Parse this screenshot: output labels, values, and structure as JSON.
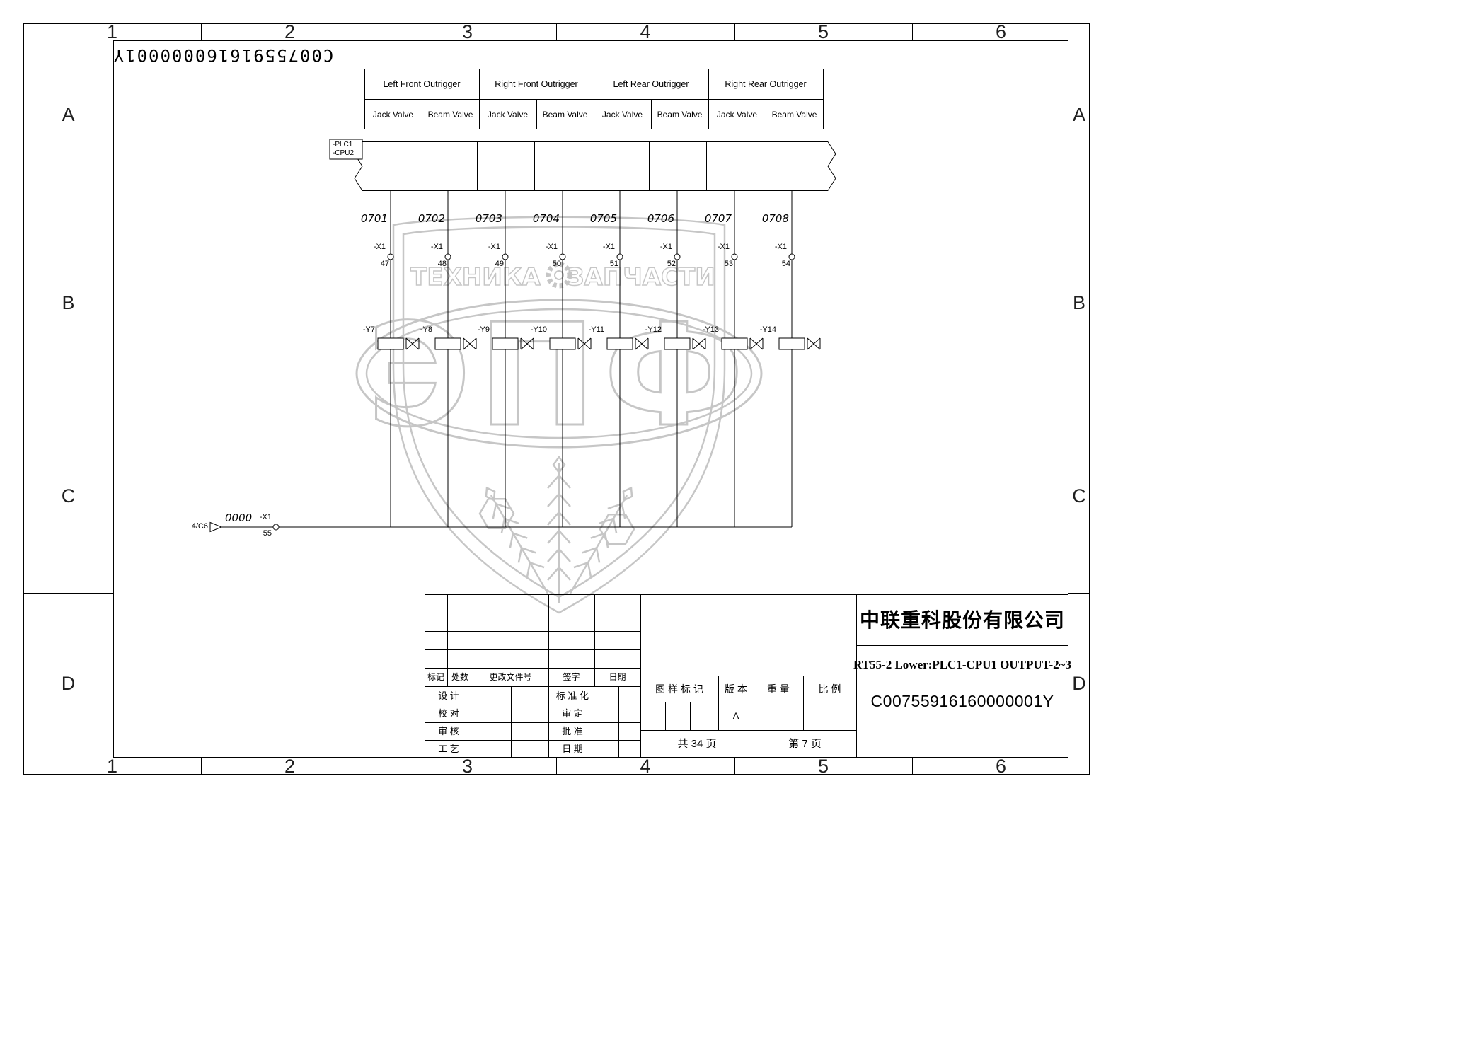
{
  "frame": {
    "columns": [
      "1",
      "2",
      "3",
      "4",
      "5",
      "6"
    ],
    "rows": [
      "A",
      "B",
      "C",
      "D"
    ],
    "top_left_code": "C00755916160000001Y"
  },
  "outrigger_table": {
    "groups": [
      {
        "label": "Left Front Outrigger",
        "cells": [
          "Jack Valve",
          "Beam Valve"
        ]
      },
      {
        "label": "Right Front Outrigger",
        "cells": [
          "Jack Valve",
          "Beam Valve"
        ]
      },
      {
        "label": "Left Rear Outrigger",
        "cells": [
          "Jack Valve",
          "Beam Valve"
        ]
      },
      {
        "label": "Right Rear Outrigger",
        "cells": [
          "Jack Valve",
          "Beam Valve"
        ]
      }
    ]
  },
  "plc": {
    "line1": "-PLC1",
    "line2": "-CPU2"
  },
  "channels": [
    {
      "wire": "0701",
      "terminal": "-X1",
      "pin": "47",
      "valve": "-Y7"
    },
    {
      "wire": "0702",
      "terminal": "-X1",
      "pin": "48",
      "valve": "-Y8"
    },
    {
      "wire": "0703",
      "terminal": "-X1",
      "pin": "49",
      "valve": "-Y9"
    },
    {
      "wire": "0704",
      "terminal": "-X1",
      "pin": "50",
      "valve": "-Y10"
    },
    {
      "wire": "0705",
      "terminal": "-X1",
      "pin": "51",
      "valve": "-Y11"
    },
    {
      "wire": "0706",
      "terminal": "-X1",
      "pin": "52",
      "valve": "-Y12"
    },
    {
      "wire": "0707",
      "terminal": "-X1",
      "pin": "53",
      "valve": "-Y13"
    },
    {
      "wire": "0708",
      "terminal": "-X1",
      "pin": "54",
      "valve": "-Y14"
    }
  ],
  "common_line": {
    "ref": "4/C6",
    "wire": "0000",
    "terminal": "-X1",
    "pin": "55"
  },
  "watermark": {
    "word_left": "ТЕХНИКА",
    "word_right": "ЗАПЧАСТИ",
    "main": "ЭПФ"
  },
  "title_block": {
    "company": "中联重科股份有限公司",
    "drawing_title": "RT55-2 Lower:PLC1-CPU1 OUTPUT-2~3",
    "drawing_number": "C00755916160000001Y",
    "revision_header": [
      "标记",
      "处数",
      "更改文件号",
      "签字",
      "日期"
    ],
    "sign_rows": [
      {
        "left": "设 计",
        "right": "标 准 化"
      },
      {
        "left": "校 对",
        "right": "审 定"
      },
      {
        "left": "审 核",
        "right": "批 准"
      },
      {
        "left": "工 艺",
        "right": "日 期"
      }
    ],
    "stamp_header": [
      "图 样 标 记",
      "版 本",
      "重 量",
      "比 例"
    ],
    "version": "A",
    "total_pages": "共 34 页",
    "page": "第 7 页"
  }
}
